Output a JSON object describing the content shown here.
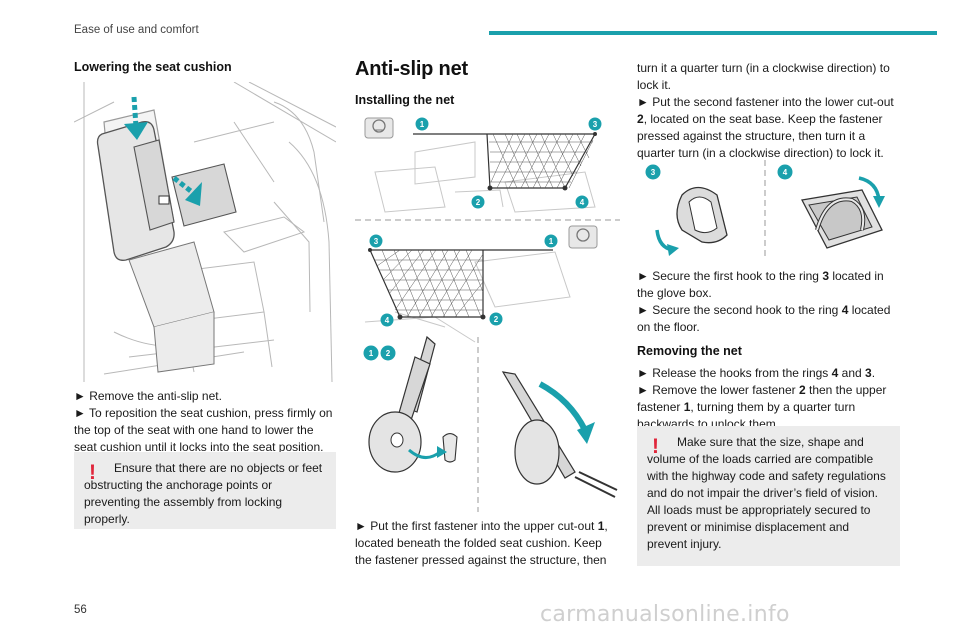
{
  "header": {
    "section_title": "Ease of use and comfort",
    "accent_color": "#1aa0ac"
  },
  "col1": {
    "heading": "Lowering the seat cushion",
    "steps": [
      "Remove the anti-slip net.",
      "To reposition the seat cushion, press firmly on the top of the seat with one hand to lower the seat cushion until it locks into the seat position."
    ],
    "warning": "Ensure that there are no objects or feet obstructing the anchorage points or preventing the assembly from locking properly."
  },
  "col2": {
    "title": "Anti-slip net",
    "subheading": "Installing the net",
    "figure_labels": {
      "one": "1",
      "two": "2",
      "three": "3",
      "four": "4"
    },
    "step1_a": "Put the first fastener into the upper cut-out ",
    "step1_num": "1",
    "step1_b": ", located beneath the folded seat cushion. Keep the fastener pressed against the structure, then"
  },
  "col3": {
    "cont_text": "turn it a quarter turn (in a clockwise direction) to lock it.",
    "step2_a": "Put the second fastener into the lower cut-out ",
    "step2_num": "2",
    "step2_b": ", located on the seat base. Keep the fastener pressed against the structure, then turn it a quarter turn (in a clockwise direction) to lock it.",
    "hook1_a": "Secure the first hook to the ring ",
    "hook1_num": "3",
    "hook1_b": " located in the glove box.",
    "hook2_a": "Secure the second hook to the ring ",
    "hook2_num": "4",
    "hook2_b": " located on the floor.",
    "removing_heading": "Removing the net",
    "rem1_a": "Release the hooks from the rings ",
    "rem1_num1": "4",
    "rem1_mid": " and ",
    "rem1_num2": "3",
    "rem1_b": ".",
    "rem2_a": "Remove the lower fastener ",
    "rem2_num1": "2",
    "rem2_mid": " then the upper fastener ",
    "rem2_num2": "1",
    "rem2_b": ", turning them by a quarter turn backwards to unlock them.",
    "warning_1": "Make sure that the size, shape and volume of the loads carried are compatible with the highway code and safety regulations and do not impair the driver’s field of vision.",
    "warning_2": "All loads must be appropriately secured to prevent or minimise displacement and prevent injury."
  },
  "footer": {
    "page_number": "56",
    "watermark": "carmanualsonline.info"
  }
}
